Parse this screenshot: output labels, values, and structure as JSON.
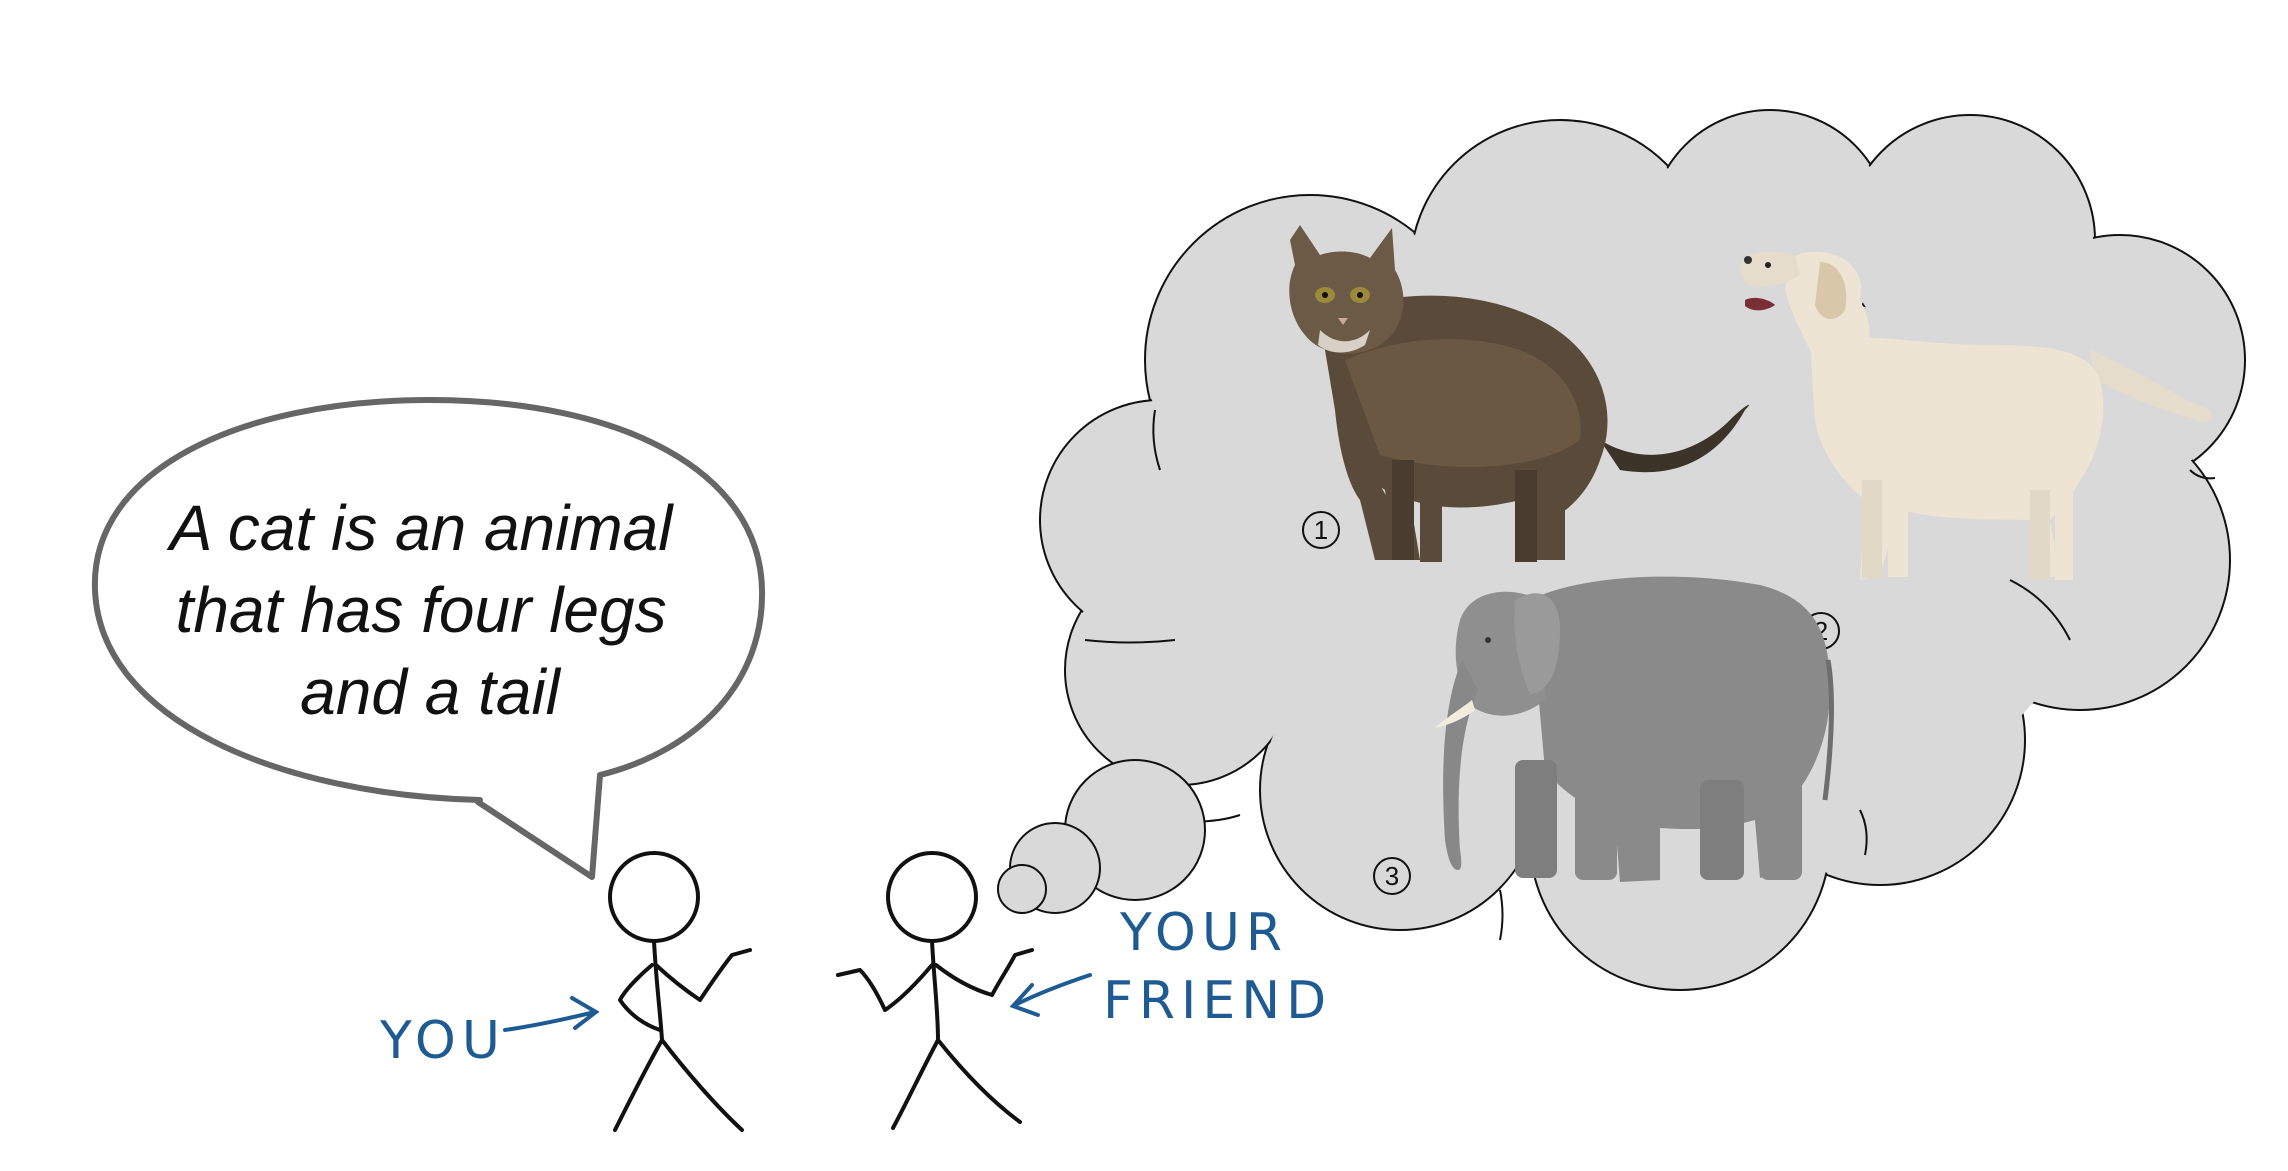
{
  "speech_bubble": {
    "lines": [
      "A cat is an animal",
      "that has four legs",
      "and a tail"
    ]
  },
  "labels": {
    "you": "YOU",
    "your_friend_line1": "YOUR",
    "your_friend_line2": "FRIEND"
  },
  "thought_items": [
    {
      "number": "1",
      "animal": "cat"
    },
    {
      "number": "2",
      "animal": "dog"
    },
    {
      "number": "3",
      "animal": "elephant"
    }
  ],
  "colors": {
    "thought_fill": "#d9d9d9",
    "speech_stroke": "#666666",
    "handwriting": "#1f5b93",
    "ink": "#111111"
  }
}
